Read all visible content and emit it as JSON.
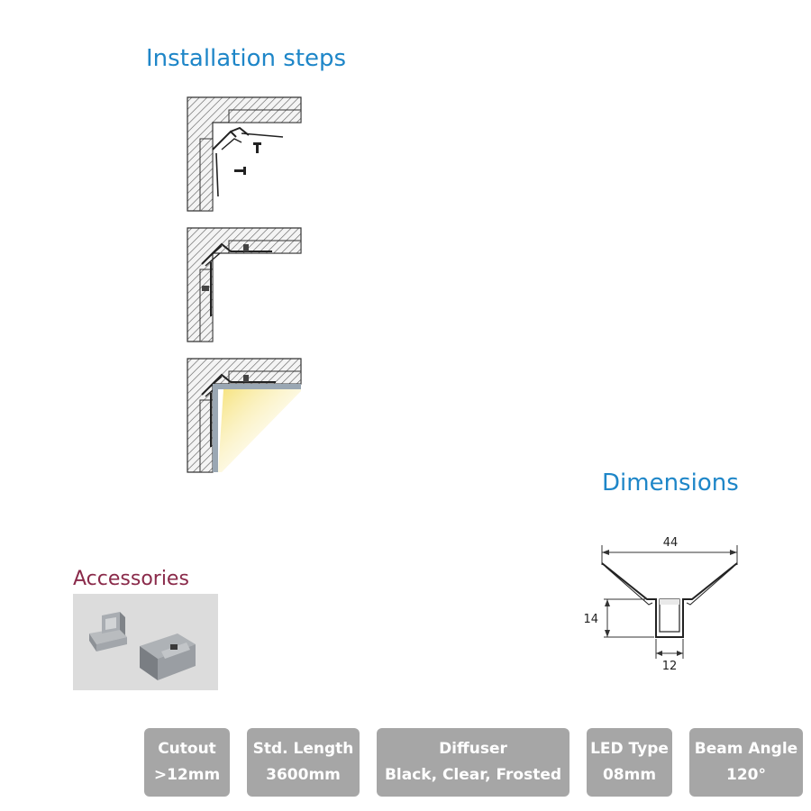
{
  "installation": {
    "title": "Installation steps"
  },
  "dimensions": {
    "title": "Dimensions",
    "width_top": "44",
    "height": "14",
    "width_bottom": "12"
  },
  "accessories": {
    "title": "Accessories"
  },
  "specs": [
    {
      "label": "Cutout",
      "value": ">12mm"
    },
    {
      "label": "Std. Length",
      "value": "3600mm"
    },
    {
      "label": "Diffuser",
      "value": "Black, Clear, Frosted"
    },
    {
      "label": "LED Type",
      "value": "08mm"
    },
    {
      "label": "Beam Angle",
      "value": "120°"
    }
  ],
  "colors": {
    "heading_blue": "#1e86c8",
    "accessories_maroon": "#8a2a4a",
    "spec_box": "#a6a6a6",
    "light_glow": "#f6e27a"
  }
}
